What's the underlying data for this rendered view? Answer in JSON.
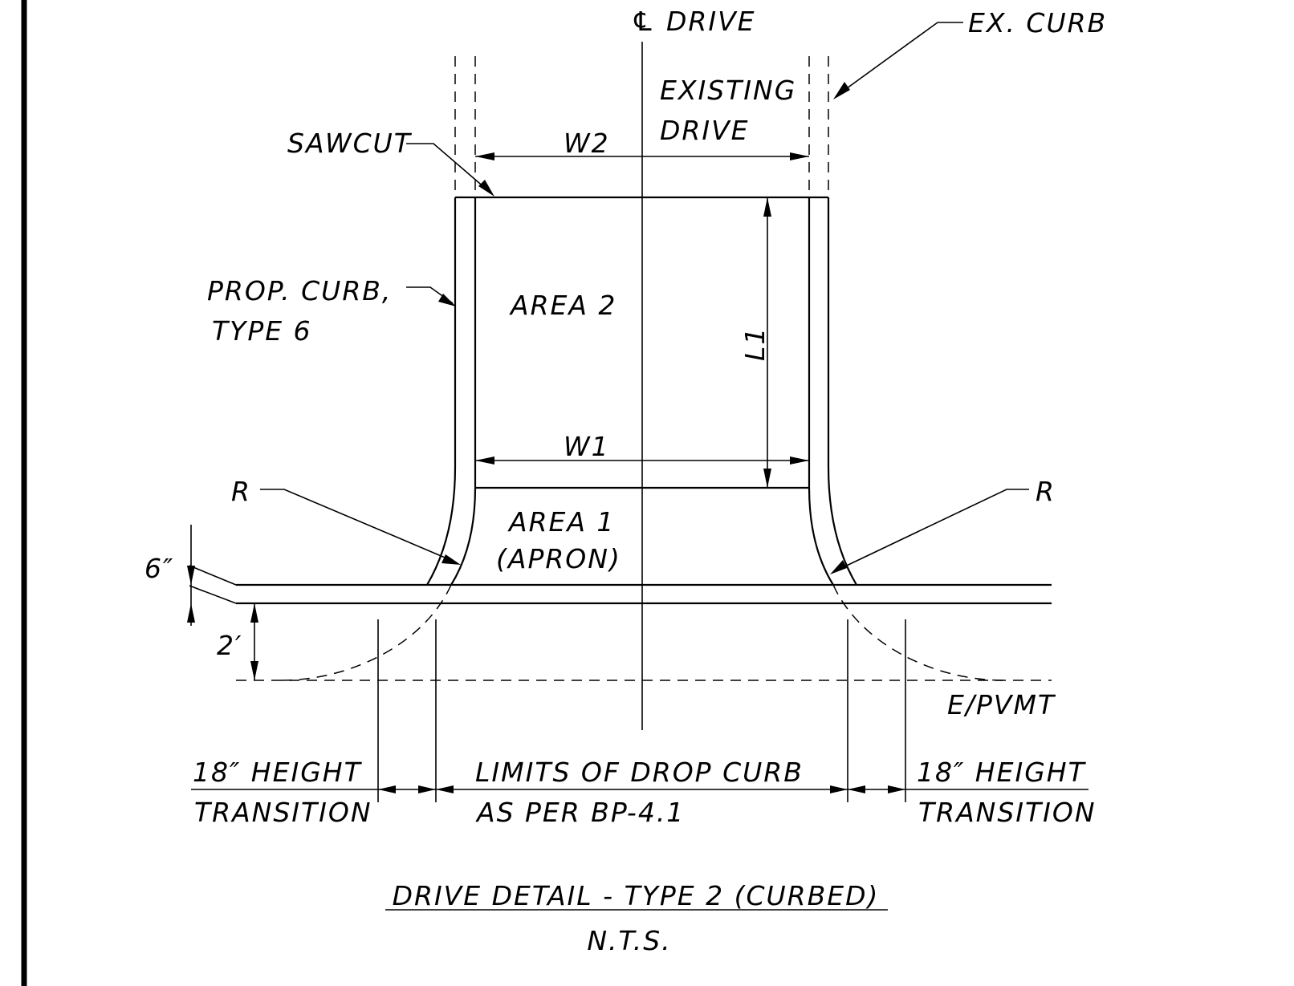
{
  "detail": {
    "title": "DRIVE DETAIL - TYPE 2 (CURBED)",
    "scale": "N.T.S."
  },
  "labels": {
    "centerline_symbol": "℄",
    "centerline": "DRIVE",
    "ex_curb": "EX. CURB",
    "existing_drive_1": "EXISTING",
    "existing_drive_2": "DRIVE",
    "sawcut": "SAWCUT",
    "w2": "W2",
    "w1": "W1",
    "l1": "L1",
    "prop_curb_1": "PROP. CURB,",
    "prop_curb_2": "TYPE 6",
    "area2": "AREA 2",
    "area1_1": "AREA 1",
    "area1_2": "(APRON)",
    "radius_left": "R",
    "radius_right": "R",
    "dim_6in": "6″",
    "dim_2ft": "2′",
    "epvmt": "E/PVMT",
    "transition_left_1": "18″ HEIGHT",
    "transition_left_2": "TRANSITION",
    "limits_1": "LIMITS OF DROP CURB",
    "limits_2": "AS PER BP-4.1",
    "transition_right_1": "18″ HEIGHT",
    "transition_right_2": "TRANSITION"
  }
}
